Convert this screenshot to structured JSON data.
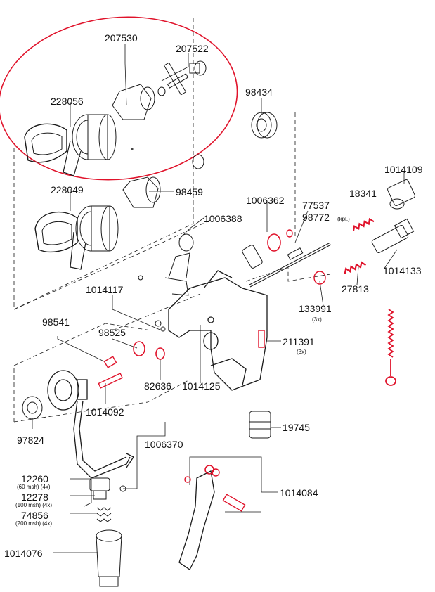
{
  "colors": {
    "line": "#1a1a1a",
    "highlight": "#e0132b",
    "part_fill": "#ffffff",
    "part_shade": "#d9d9d9"
  },
  "callouts": {
    "p207530": "207530",
    "p207522": "207522",
    "p228056": "228056",
    "p98434": "98434",
    "p228049": "228049",
    "p98459": "98459",
    "p1014109": "1014109",
    "p18341": "18341",
    "p18341_note": "(kpl.)",
    "p1006362": "1006362",
    "p77537": "77537",
    "p98772": "98772",
    "p1006388": "1006388",
    "p1014133": "1014133",
    "p1014117": "1014117",
    "p27813": "27813",
    "p133991": "133991",
    "p133991_qty": "(3x)",
    "p98541": "98541",
    "p98525": "98525",
    "p211391": "211391",
    "p211391_qty": "(3x)",
    "p82636": "82636",
    "p1014125": "1014125",
    "p1014092": "1014092",
    "p19745": "19745",
    "p97824": "97824",
    "p1006370": "1006370",
    "p12260": "12260",
    "p12260_note": "(60 msh) (4x)",
    "p12278": "12278",
    "p12278_note": "(100 msh) (4x)",
    "p74856": "74856",
    "p74856_note": "(200 msh) (4x)",
    "p1014084": "1014084",
    "p1014076": "1014076"
  }
}
